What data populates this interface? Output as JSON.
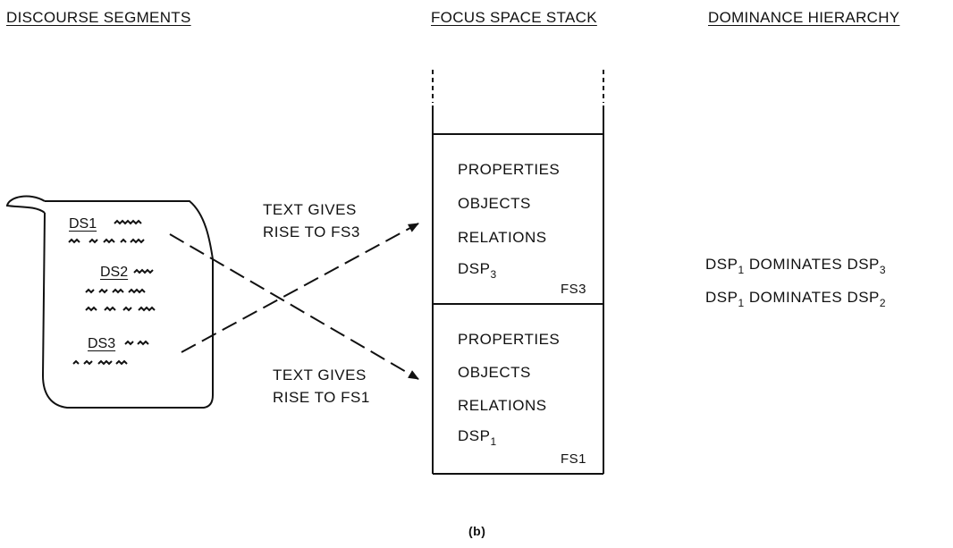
{
  "headers": {
    "discourse_segments": "DISCOURSE SEGMENTS",
    "focus_space_stack": "FOCUS SPACE STACK",
    "dominance_hierarchy": "DOMINANCE HIERARCHY"
  },
  "document": {
    "segments": [
      "DS1",
      "DS2",
      "DS3"
    ]
  },
  "arrows": {
    "upper": [
      "TEXT GIVES",
      "RISE TO FS3"
    ],
    "lower": [
      "TEXT GIVES",
      "RISE TO FS1"
    ]
  },
  "stack": {
    "fs3": {
      "items": [
        "PROPERTIES",
        "OBJECTS",
        "RELATIONS"
      ],
      "dsp": "DSP",
      "dsp_sub": "3",
      "label": "FS3"
    },
    "fs1": {
      "items": [
        "PROPERTIES",
        "OBJECTS",
        "RELATIONS"
      ],
      "dsp": "DSP",
      "dsp_sub": "1",
      "label": "FS1"
    }
  },
  "dominance": [
    {
      "a": "DSP",
      "a_sub": "1",
      "verb": "DOMINATES",
      "b": "DSP",
      "b_sub": "3"
    },
    {
      "a": "DSP",
      "a_sub": "1",
      "verb": "DOMINATES",
      "b": "DSP",
      "b_sub": "2"
    }
  ],
  "caption": "(b)"
}
